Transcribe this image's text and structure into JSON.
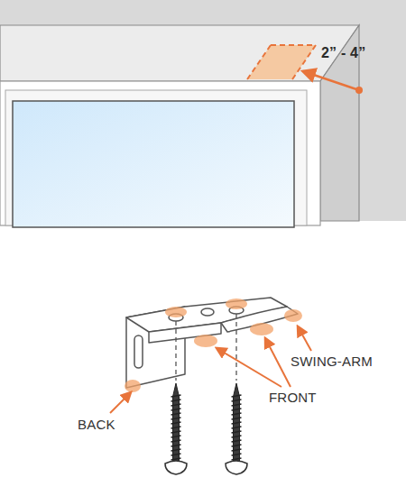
{
  "diagram": {
    "labels": [
      "2” - 4”",
      "BACK",
      "FRONT",
      "SWING-ARM"
    ]
  }
}
